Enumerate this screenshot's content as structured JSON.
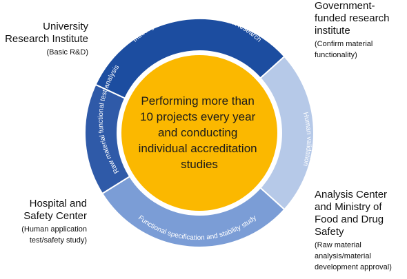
{
  "center": {
    "lines": [
      "Performing more than",
      "10 projects every year",
      "and conducting",
      "individual accreditation",
      "studies"
    ]
  },
  "ring": {
    "top": "Industry-University-Research Joint Research",
    "right": "Human validation",
    "bottom": "Functional specification and stability study",
    "left": "Raw material functional test analysis"
  },
  "labels": {
    "university": {
      "title": "University Research Institute",
      "sub": "(Basic R&D)"
    },
    "government": {
      "title": "Government-funded research institute",
      "sub": "(Confirm material functionality)"
    },
    "hospital": {
      "title": "Hospital and Safety Center",
      "sub": "(Human application test/safety study)"
    },
    "analysis": {
      "title": "Analysis Center and Ministry of Food and Drug Safety",
      "sub": "(Raw material analysis/material development approval)"
    }
  },
  "colors": {
    "top": "#1c4da0",
    "right": "#b6c9e8",
    "bottom": "#7b9dd6",
    "left": "#2f5aa8",
    "center": "#fbb800",
    "border": "#ffffff"
  }
}
